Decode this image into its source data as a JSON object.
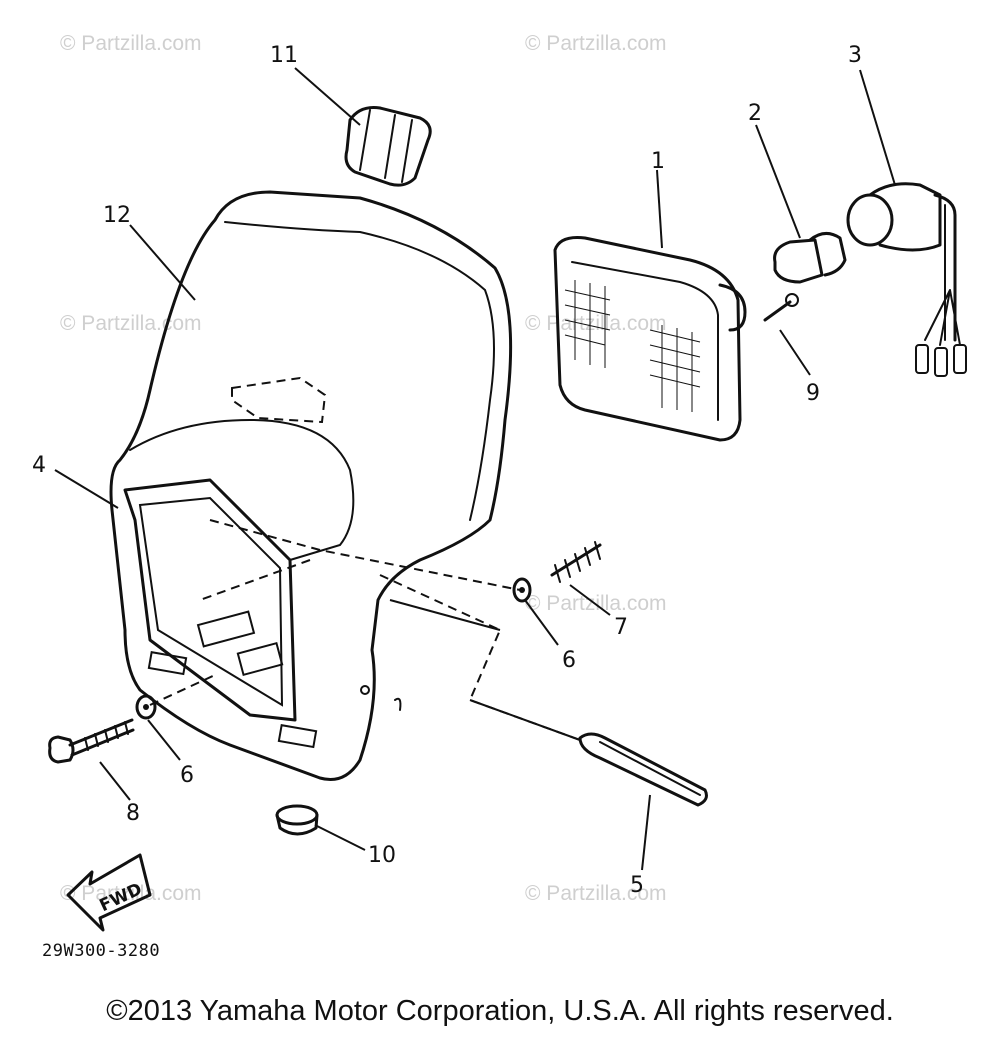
{
  "diagram": {
    "callouts": {
      "c1": "1",
      "c2": "2",
      "c3": "3",
      "c4": "4",
      "c5": "5",
      "c6a": "6",
      "c6b": "6",
      "c7": "7",
      "c8": "8",
      "c9": "9",
      "c10": "10",
      "c11": "11",
      "c12": "12"
    },
    "fwd_label": "FWD",
    "drawing_code": "29W300-3280",
    "watermark_text": "© Partzilla.com"
  },
  "footer": {
    "copyright": "©2013 Yamaha Motor Corporation, U.S.A. All rights reserved."
  }
}
